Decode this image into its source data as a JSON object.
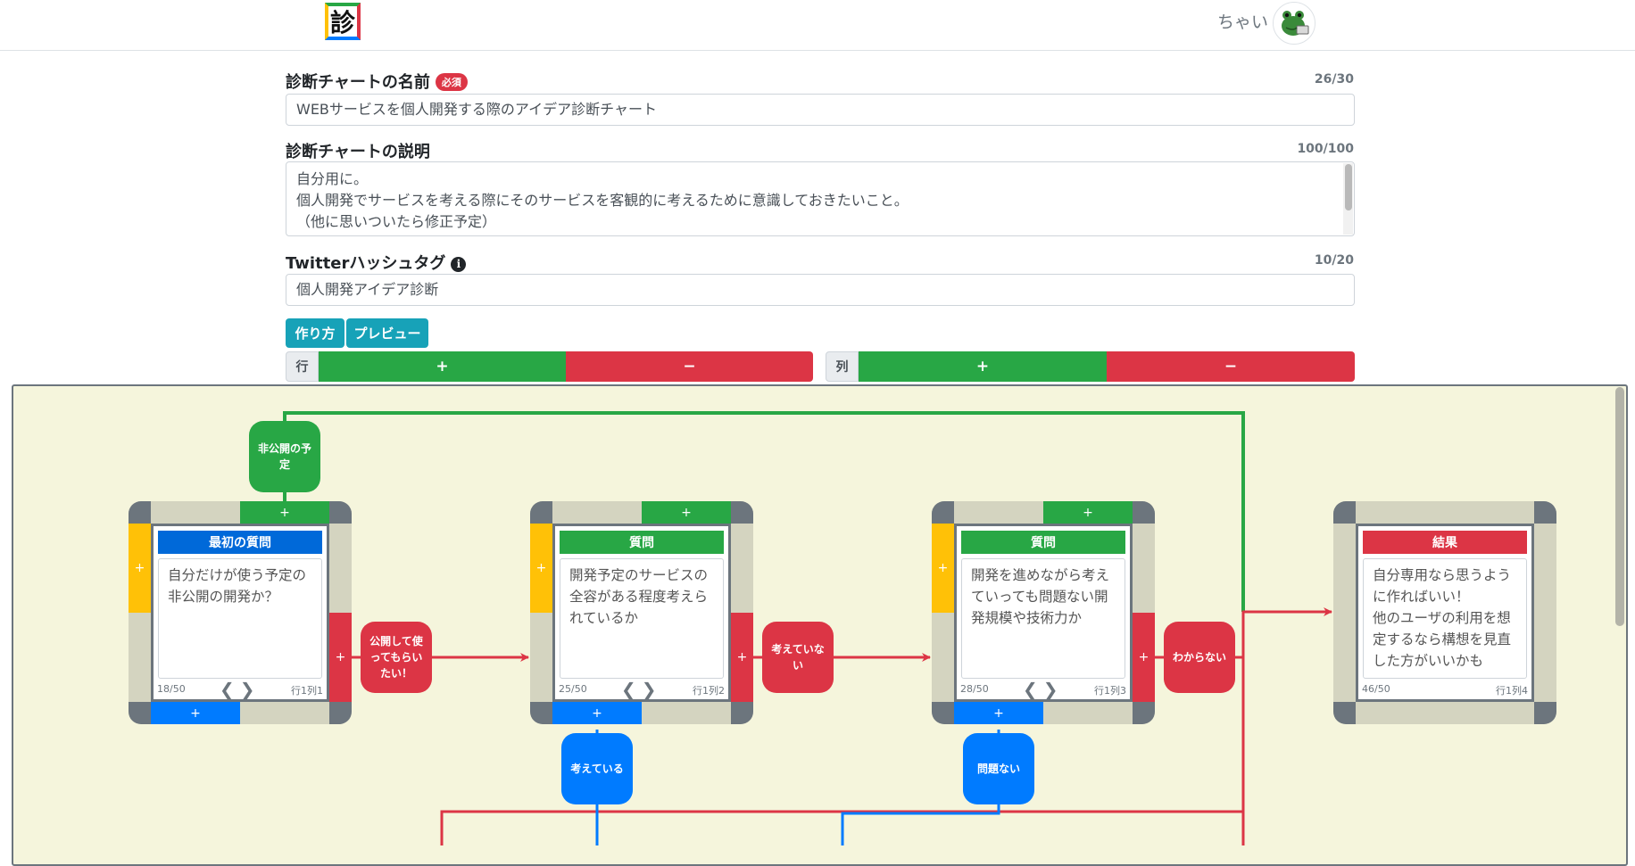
{
  "header": {
    "logo_glyph": "診",
    "username": "ちゃい"
  },
  "form": {
    "name": {
      "label": "診断チャートの名前",
      "required_badge": "必須",
      "counter": "26/30",
      "value": "WEBサービスを個人開発する際のアイデア診断チャート"
    },
    "description": {
      "label": "診断チャートの説明",
      "counter": "100/100",
      "lines": [
        "自分用に。",
        "個人開発でサービスを考える際にそのサービスを客観的に考えるために意識しておきたいこと。",
        "（他に思いついたら修正予定）"
      ]
    },
    "hashtag": {
      "label": "Twitterハッシュタグ",
      "counter": "10/20",
      "value": "個人開発アイデア診断"
    }
  },
  "buttons": {
    "howto": "作り方",
    "preview": "プレビュー",
    "row_label": "行",
    "col_label": "列",
    "add": "+",
    "remove": "−"
  },
  "colors": {
    "green": "#28a745",
    "red": "#dc3545",
    "blue": "#007bff",
    "yellow": "#ffc107",
    "teal": "#17a2b8",
    "canvas_bg": "#f5f5dc"
  },
  "nodes": [
    {
      "type": "最初の質問",
      "head_color": "#0069d9",
      "text": "自分だけが使う予定の非公開の開発か？",
      "count": "18/50",
      "pos": "行1列1"
    },
    {
      "type": "質問",
      "head_color": "#28a745",
      "text": "開発予定のサービスの全容がある程度考えられているか",
      "count": "25/50",
      "pos": "行1列2"
    },
    {
      "type": "質問",
      "head_color": "#28a745",
      "text": "開発を進めながら考えていっても問題ない開発規模や技術力か",
      "count": "28/50",
      "pos": "行1列3"
    },
    {
      "type": "結果",
      "head_color": "#dc3545",
      "text": "自分専用なら思うように作ればいい！\n他のユーザの利用を想定するなら構想を見直した方がいいかも",
      "count": "46/50",
      "pos": "行1列4"
    }
  ],
  "edges": [
    {
      "label": "非公開の予定",
      "color": "#28a745"
    },
    {
      "label": "公開して使ってもらいたい！",
      "color": "#dc3545"
    },
    {
      "label": "考えていない",
      "color": "#dc3545"
    },
    {
      "label": "わからない",
      "color": "#dc3545"
    },
    {
      "label": "考えている",
      "color": "#007bff"
    },
    {
      "label": "問題ない",
      "color": "#007bff"
    }
  ]
}
